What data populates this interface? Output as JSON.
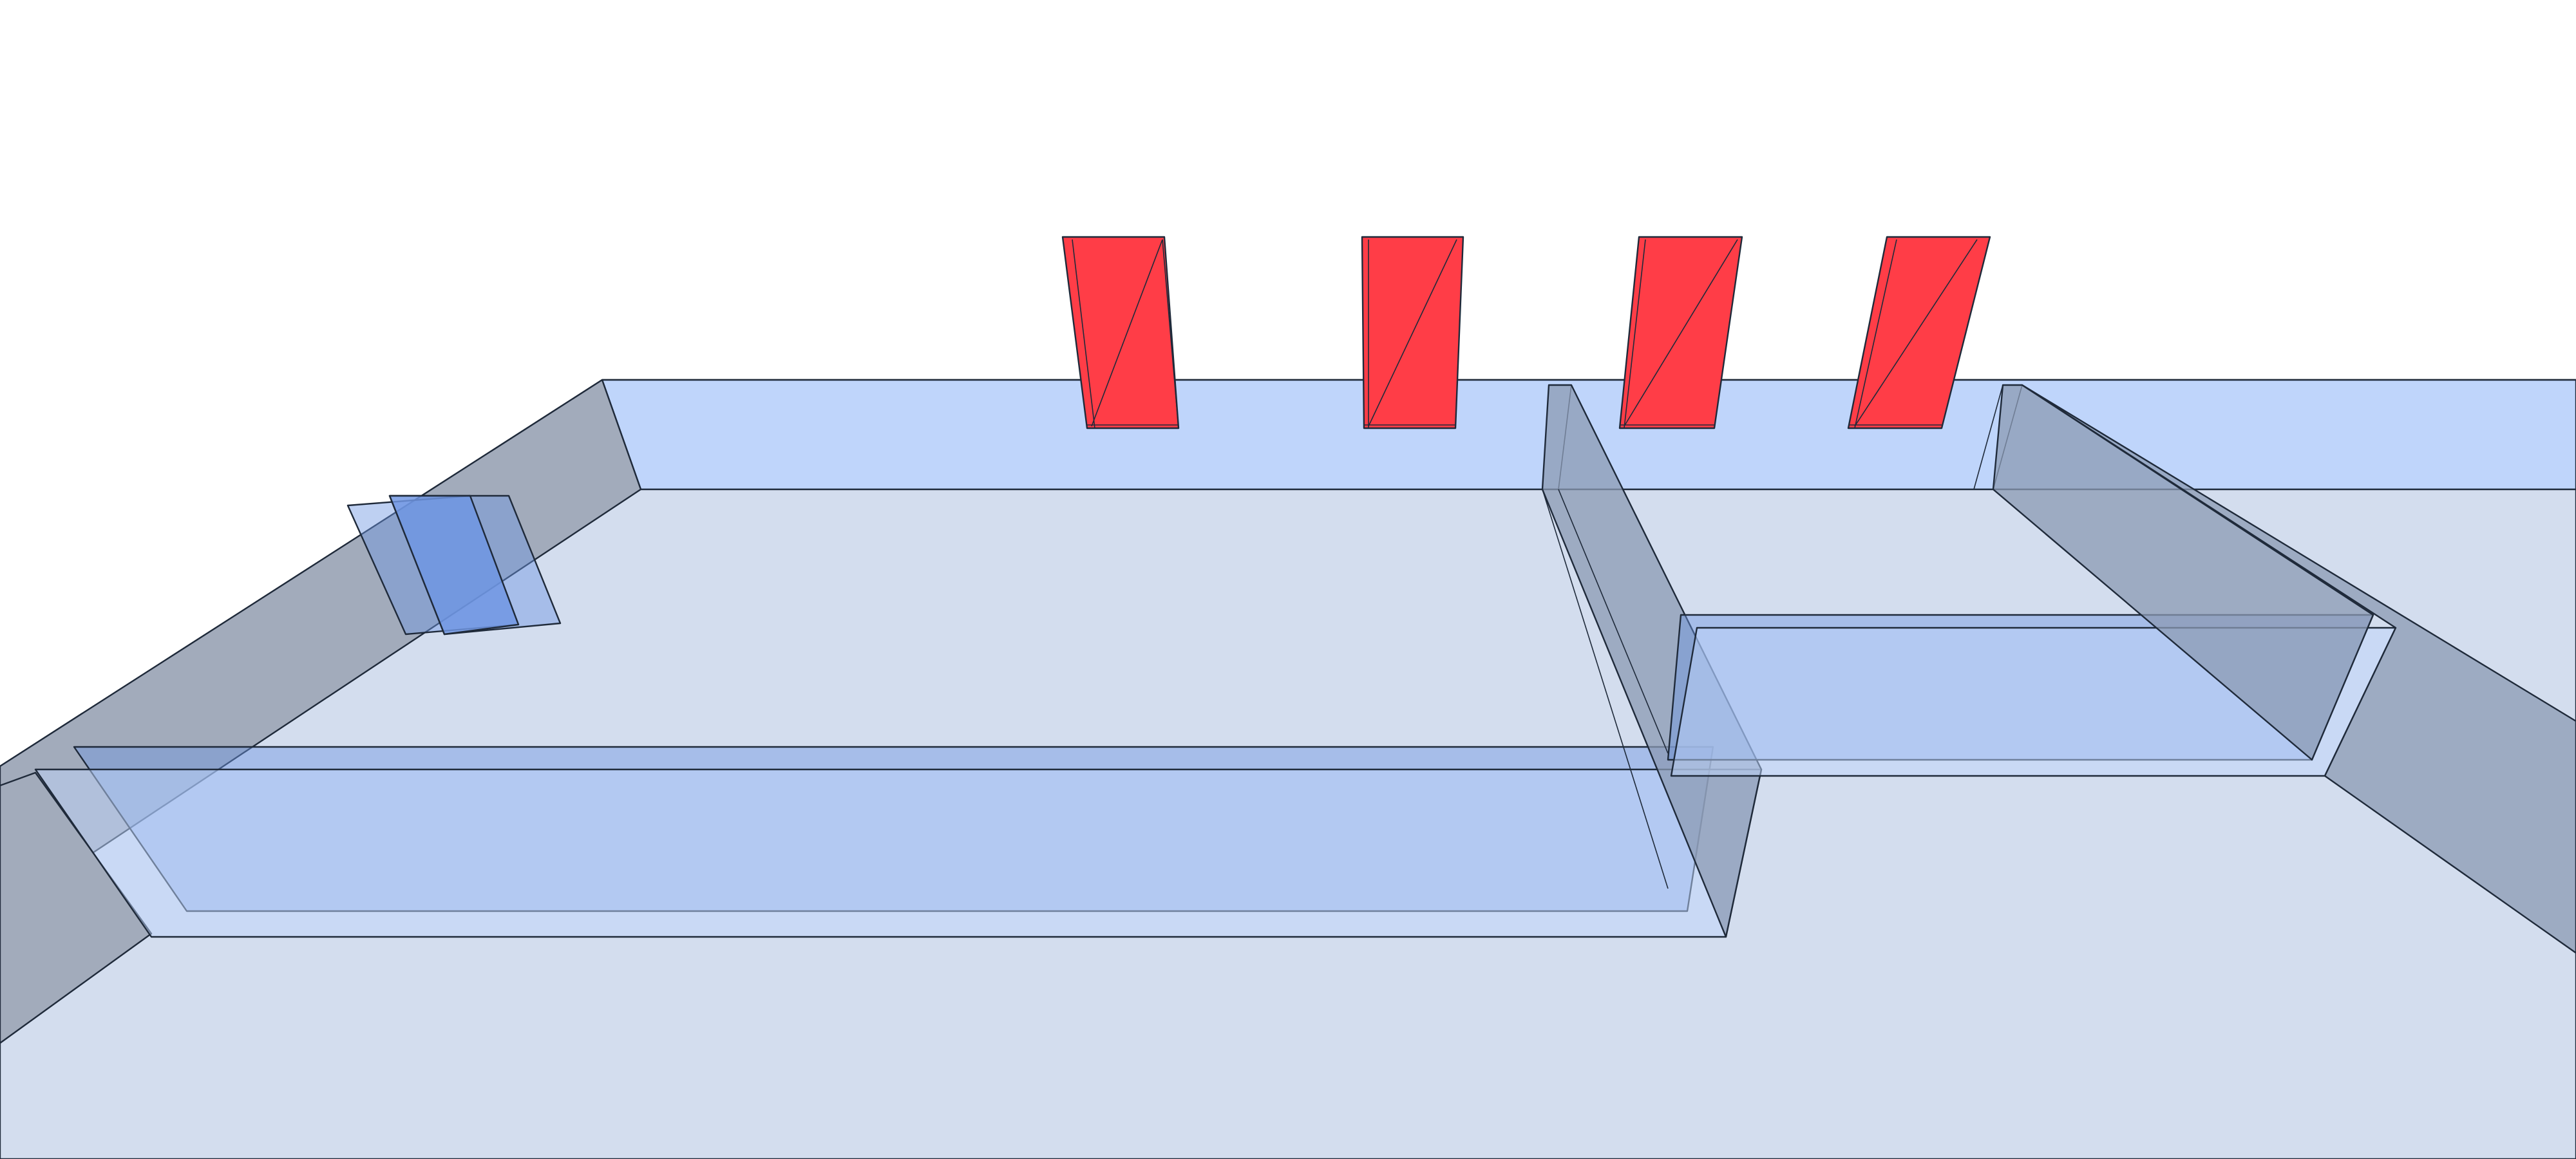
{
  "viewport": {
    "background": "#ffffff",
    "projection": "perspective"
  },
  "colors": {
    "floor": "#d3ddee",
    "wall_top": "#bfd5fb",
    "wall_side": "#a2abbb",
    "wall_side_dark": "#8b9ab3",
    "glass_wall": "#6f96e2",
    "selected_panel": "#ff3d47",
    "edge": "#1f2a3a"
  },
  "objects": {
    "panel_count": 4,
    "wall_segment_count": 9
  }
}
